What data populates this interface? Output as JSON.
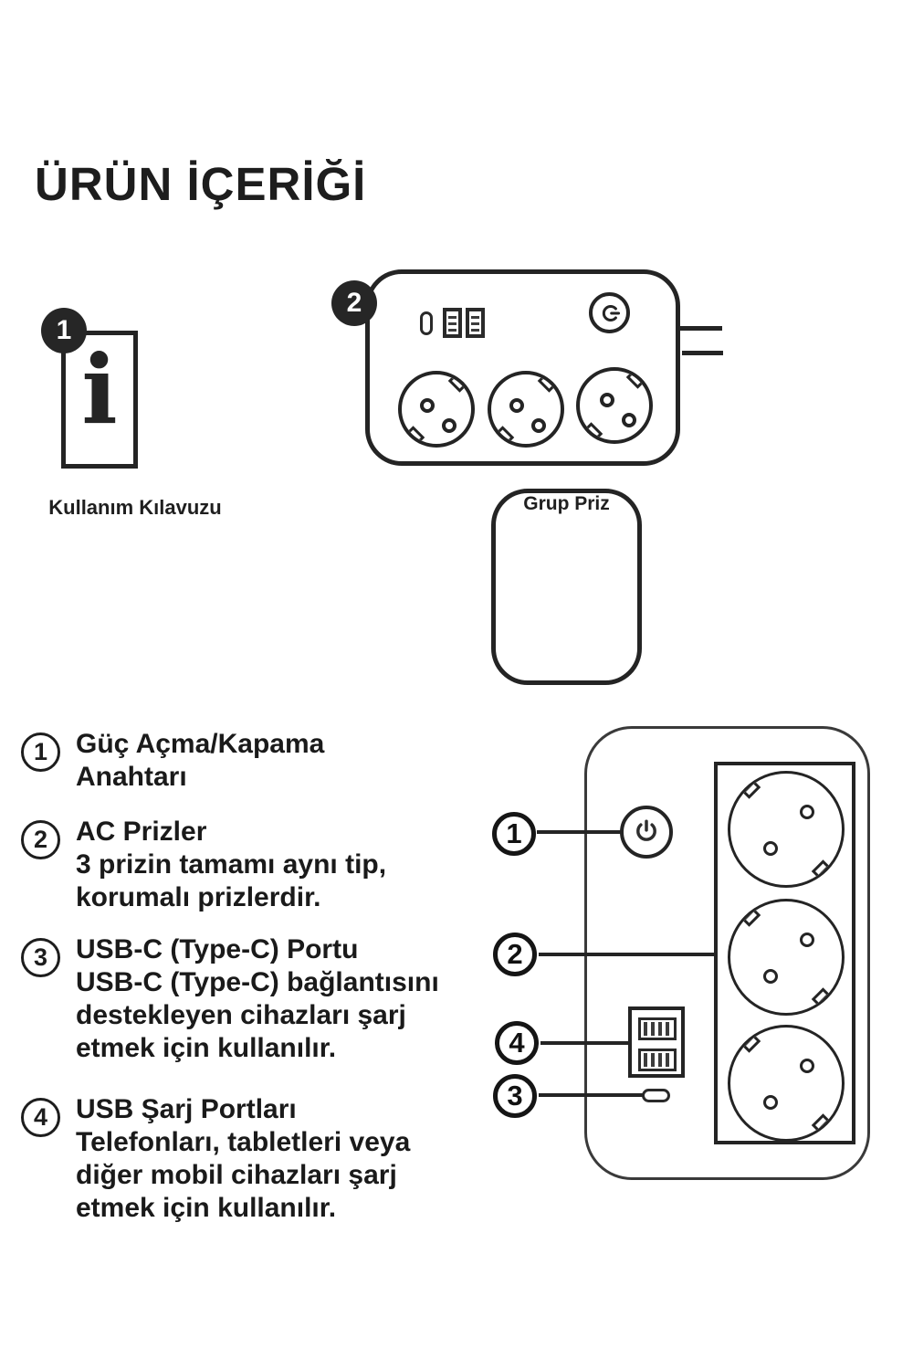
{
  "title": "ÜRÜN İÇERİĞİ",
  "contents": {
    "manual": {
      "badge": "1",
      "icon_glyph": "i",
      "label": "Kullanım Kılavuzu"
    },
    "strip": {
      "badge": "2",
      "label": "Grup Priz"
    }
  },
  "parts": [
    {
      "number": "1",
      "lines": [
        "Güç Açma/Kapama",
        "Anahtarı"
      ]
    },
    {
      "number": "2",
      "lines": [
        "AC Prizler",
        "3 prizin tamamı aynı tip,",
        "korumalı prizlerdir."
      ]
    },
    {
      "number": "3",
      "lines": [
        "USB-C (Type-C) Portu",
        "USB-C (Type-C) bağlantısını",
        "destekleyen cihazları şarj",
        "etmek için kullanılır."
      ]
    },
    {
      "number": "4",
      "lines": [
        "USB Şarj Portları",
        "Telefonları, tabletleri veya",
        "diğer mobil cihazları şarj",
        "etmek için kullanılır."
      ]
    }
  ],
  "callouts": [
    {
      "number": "1"
    },
    {
      "number": "2"
    },
    {
      "number": "4"
    },
    {
      "number": "3"
    }
  ],
  "colors": {
    "ink": "#242424",
    "paper": "#ffffff"
  }
}
